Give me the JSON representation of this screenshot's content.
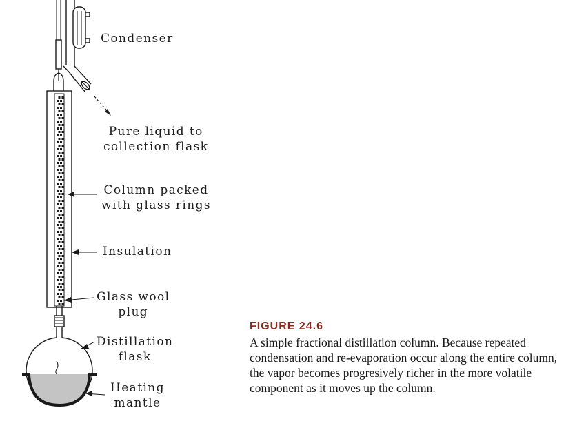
{
  "labels": {
    "condenser": "Condenser",
    "pure_liquid_1": "Pure liquid to",
    "pure_liquid_2": "collection flask",
    "column_1": "Column packed",
    "column_2": "with glass rings",
    "insulation": "Insulation",
    "glass_wool_1": "Glass wool",
    "glass_wool_2": "plug",
    "flask_1": "Distillation",
    "flask_2": "flask",
    "mantle_1": "Heating",
    "mantle_2": "mantle"
  },
  "caption": {
    "label": "FIGURE 24.6",
    "text": "A simple fractional distillation column. Because repeated condensation and re-evaporation occur along the entire column, the vapor becomes progresively richer in the more volatile component as it moves up the column."
  },
  "colors": {
    "ink": "#1a1a1a",
    "mantle_fill": "#c4c4c4",
    "caption_label": "#8a2a1e"
  }
}
